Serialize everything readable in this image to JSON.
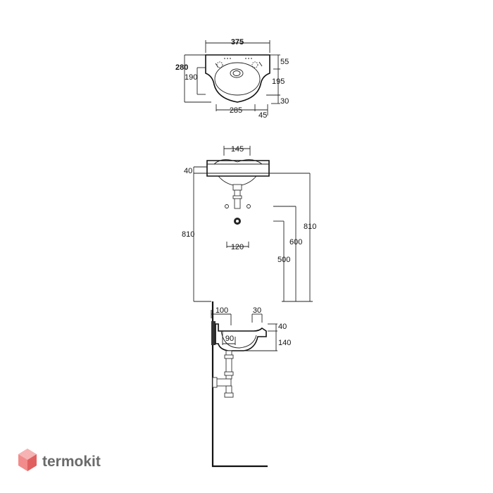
{
  "top_view": {
    "width_overall": "375",
    "depth_overall": "280",
    "depth_inner": "190",
    "back_lip": "55",
    "front_depth": "195",
    "front_lip": "30",
    "bottom_width": "285",
    "bottom_offset": "45"
  },
  "front_view": {
    "top_width": "145",
    "rim_height": "40",
    "total_height_left": "810",
    "total_height_right": "810",
    "height_600": "600",
    "height_500": "500",
    "bolt_spacing": "120"
  },
  "side_view": {
    "wall_offset": "100",
    "front_offset": "30",
    "drain_offset": "90",
    "rim_height": "40",
    "bowl_depth": "140"
  },
  "brand": {
    "name": "termokit"
  }
}
